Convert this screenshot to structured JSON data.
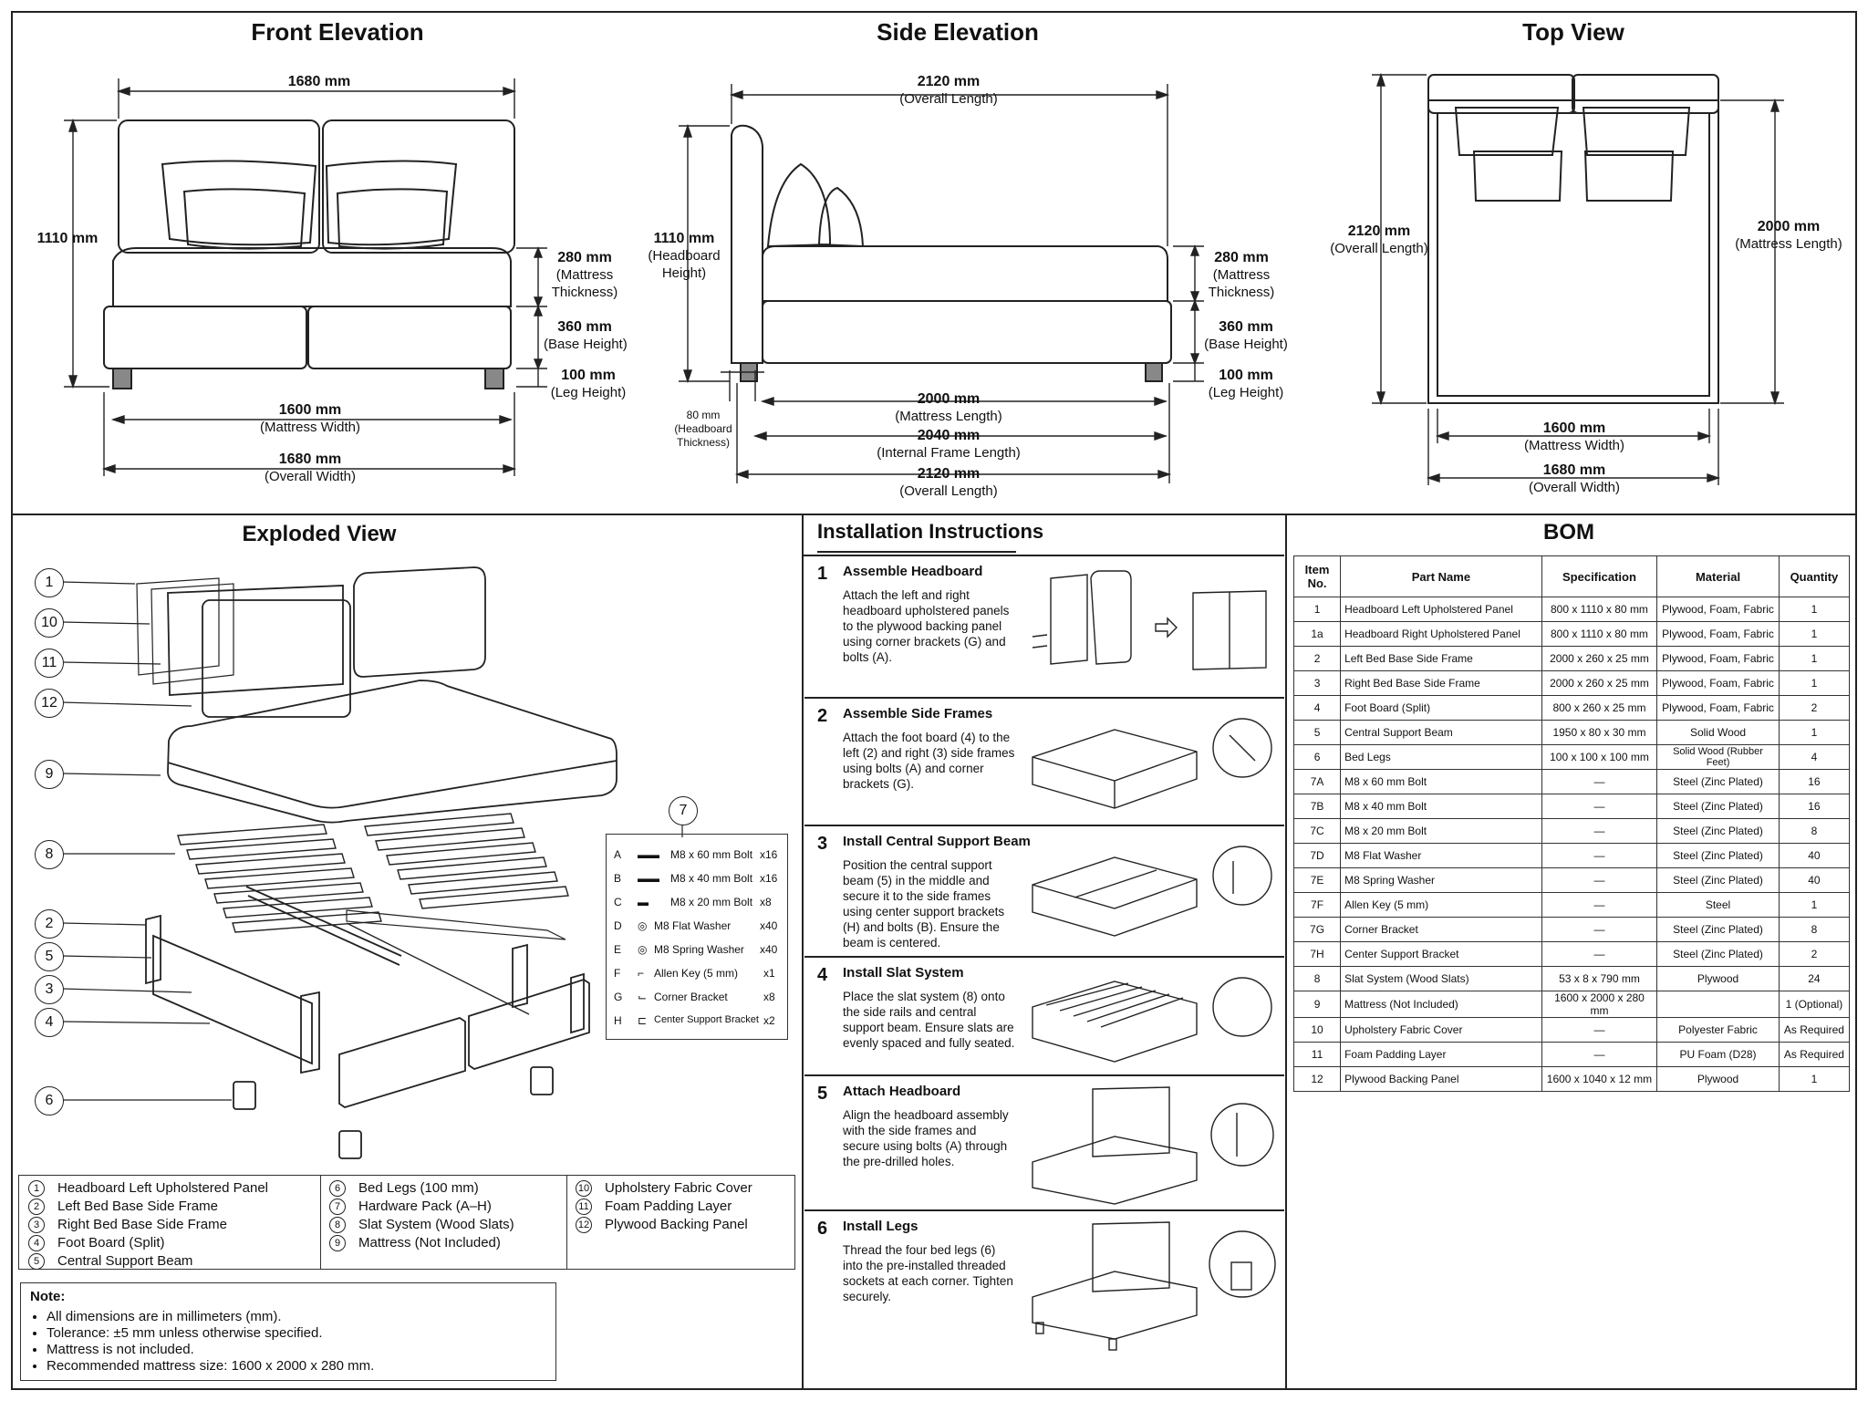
{
  "front_elevation": {
    "title": "Front Elevation",
    "top_width": "1680 mm",
    "height": "1110 mm",
    "mattress_thickness": [
      "280 mm",
      "(Mattress",
      "Thickness)"
    ],
    "base_height": [
      "360 mm",
      "(Base Height)"
    ],
    "leg_height": [
      "100 mm",
      "(Leg Height)"
    ],
    "mattress_width": [
      "1600 mm",
      "(Mattress Width)"
    ],
    "overall_width": [
      "1680 mm",
      "(Overall Width)"
    ]
  },
  "side_elevation": {
    "title": "Side Elevation",
    "overall_length_top": [
      "2120 mm",
      "(Overall Length)"
    ],
    "headboard_height": [
      "1110 mm",
      "(Headboard",
      "Height)"
    ],
    "mattress_thickness": [
      "280 mm",
      "(Mattress",
      "Thickness)"
    ],
    "base_height": [
      "360 mm",
      "(Base Height)"
    ],
    "leg_height": [
      "100 mm",
      "(Leg Height)"
    ],
    "headboard_thickness": [
      "80 mm",
      "(Headboard",
      "Thickness)"
    ],
    "mattress_length": [
      "2000 mm",
      "(Mattress Length)"
    ],
    "internal_frame_length": [
      "2040 mm",
      "(Internal Frame Length)"
    ],
    "overall_length_bottom": [
      "2120 mm",
      "(Overall Length)"
    ]
  },
  "top_view": {
    "title": "Top View",
    "overall_length": [
      "2120 mm",
      "(Overall Length)"
    ],
    "mattress_length": [
      "2000 mm",
      "(Mattress Length)"
    ],
    "mattress_width": [
      "1600 mm",
      "(Mattress Width)"
    ],
    "overall_width": [
      "1680 mm",
      "(Overall Width)"
    ]
  },
  "exploded_view": {
    "title": "Exploded View",
    "callouts": [
      "1",
      "10",
      "11",
      "12",
      "9",
      "8",
      "2",
      "5",
      "3",
      "4",
      "6",
      "7"
    ],
    "hardware": [
      {
        "letter": "A",
        "name": "M8 x 60 mm Bolt",
        "qty": "x16"
      },
      {
        "letter": "B",
        "name": "M8 x 40 mm Bolt",
        "qty": "x16"
      },
      {
        "letter": "C",
        "name": "M8 x 20 mm Bolt",
        "qty": "x8"
      },
      {
        "letter": "D",
        "name": "M8 Flat Washer",
        "qty": "x40"
      },
      {
        "letter": "E",
        "name": "M8 Spring Washer",
        "qty": "x40"
      },
      {
        "letter": "F",
        "name": "Allen Key (5 mm)",
        "qty": "x1"
      },
      {
        "letter": "G",
        "name": "Corner Bracket",
        "qty": "x8"
      },
      {
        "letter": "H",
        "name": "Center Support Bracket",
        "qty": "x2"
      }
    ]
  },
  "legend": {
    "col1": [
      {
        "n": "1",
        "label": "Headboard Left Upholstered Panel"
      },
      {
        "n": "2",
        "label": "Left Bed Base Side Frame"
      },
      {
        "n": "3",
        "label": "Right Bed Base Side Frame"
      },
      {
        "n": "4",
        "label": "Foot Board (Split)"
      },
      {
        "n": "5",
        "label": "Central Support Beam"
      }
    ],
    "col2": [
      {
        "n": "6",
        "label": "Bed Legs (100 mm)"
      },
      {
        "n": "7",
        "label": "Hardware Pack (A–H)"
      },
      {
        "n": "8",
        "label": "Slat System (Wood Slats)"
      },
      {
        "n": "9",
        "label": "Mattress (Not Included)"
      }
    ],
    "col3": [
      {
        "n": "10",
        "label": "Upholstery Fabric Cover"
      },
      {
        "n": "11",
        "label": "Foam Padding Layer"
      },
      {
        "n": "12",
        "label": "Plywood Backing Panel"
      }
    ]
  },
  "note": {
    "title": "Note:",
    "items": [
      "All dimensions are in millimeters (mm).",
      "Tolerance: ±5 mm unless otherwise specified.",
      "Mattress is not included.",
      "Recommended mattress size: 1600 x 2000 x 280 mm."
    ]
  },
  "installation": {
    "title": "Installation Instructions",
    "steps": [
      {
        "n": "1",
        "title": "Assemble Headboard",
        "body": "Attach the left and right headboard upholstered panels to the plywood backing panel using corner brackets (G) and bolts (A)."
      },
      {
        "n": "2",
        "title": "Assemble Side Frames",
        "body": "Attach the foot board (4) to the left (2) and right (3) side frames using bolts (A) and corner brackets (G)."
      },
      {
        "n": "3",
        "title": "Install Central Support Beam",
        "body": "Position the central support beam (5) in the middle and secure it to the side frames using center support brackets (H) and bolts (B). Ensure the beam is centered."
      },
      {
        "n": "4",
        "title": "Install Slat System",
        "body": "Place the slat system (8) onto the side rails and central support beam. Ensure slats are evenly spaced and fully seated."
      },
      {
        "n": "5",
        "title": "Attach Headboard",
        "body": "Align the headboard assembly with the side frames and secure using bolts (A) through the pre-drilled holes."
      },
      {
        "n": "6",
        "title": "Install Legs",
        "body": "Thread the four bed legs (6) into the pre-installed threaded sockets at each corner. Tighten securely."
      }
    ]
  },
  "bom": {
    "title": "BOM",
    "headers": [
      "Item No.",
      "Part Name",
      "Specification",
      "Material",
      "Quantity"
    ],
    "rows": [
      [
        "1",
        "Headboard Left Upholstered Panel",
        "800 x 1110 x 80 mm",
        "Plywood, Foam, Fabric",
        "1"
      ],
      [
        "1a",
        "Headboard Right Upholstered Panel",
        "800 x 1110 x 80 mm",
        "Plywood, Foam, Fabric",
        "1"
      ],
      [
        "2",
        "Left Bed Base Side Frame",
        "2000 x 260 x 25 mm",
        "Plywood, Foam, Fabric",
        "1"
      ],
      [
        "3",
        "Right Bed Base Side Frame",
        "2000 x 260 x 25 mm",
        "Plywood, Foam, Fabric",
        "1"
      ],
      [
        "4",
        "Foot Board (Split)",
        "800 x 260 x 25 mm",
        "Plywood, Foam, Fabric",
        "2"
      ],
      [
        "5",
        "Central Support Beam",
        "1950 x 80 x 30 mm",
        "Solid Wood",
        "1"
      ],
      [
        "6",
        "Bed Legs",
        "100 x 100 x 100 mm",
        "Solid Wood (Rubber Feet)",
        "4"
      ],
      [
        "7A",
        "M8 x 60 mm Bolt",
        "—",
        "Steel (Zinc Plated)",
        "16"
      ],
      [
        "7B",
        "M8 x 40 mm Bolt",
        "—",
        "Steel (Zinc Plated)",
        "16"
      ],
      [
        "7C",
        "M8 x 20 mm Bolt",
        "—",
        "Steel (Zinc Plated)",
        "8"
      ],
      [
        "7D",
        "M8 Flat Washer",
        "—",
        "Steel (Zinc Plated)",
        "40"
      ],
      [
        "7E",
        "M8 Spring Washer",
        "—",
        "Steel (Zinc Plated)",
        "40"
      ],
      [
        "7F",
        "Allen Key (5 mm)",
        "—",
        "Steel",
        "1"
      ],
      [
        "7G",
        "Corner Bracket",
        "—",
        "Steel (Zinc Plated)",
        "8"
      ],
      [
        "7H",
        "Center Support Bracket",
        "—",
        "Steel (Zinc Plated)",
        "2"
      ],
      [
        "8",
        "Slat System (Wood Slats)",
        "53 x 8 x 790 mm",
        "Plywood",
        "24"
      ],
      [
        "9",
        "Mattress (Not Included)",
        "1600 x 2000 x 280 mm",
        "",
        "1 (Optional)"
      ],
      [
        "10",
        "Upholstery Fabric Cover",
        "—",
        "Polyester Fabric",
        "As Required"
      ],
      [
        "11",
        "Foam Padding Layer",
        "—",
        "PU Foam (D28)",
        "As Required"
      ],
      [
        "12",
        "Plywood Backing Panel",
        "1600 x 1040 x 12 mm",
        "Plywood",
        "1"
      ]
    ]
  }
}
